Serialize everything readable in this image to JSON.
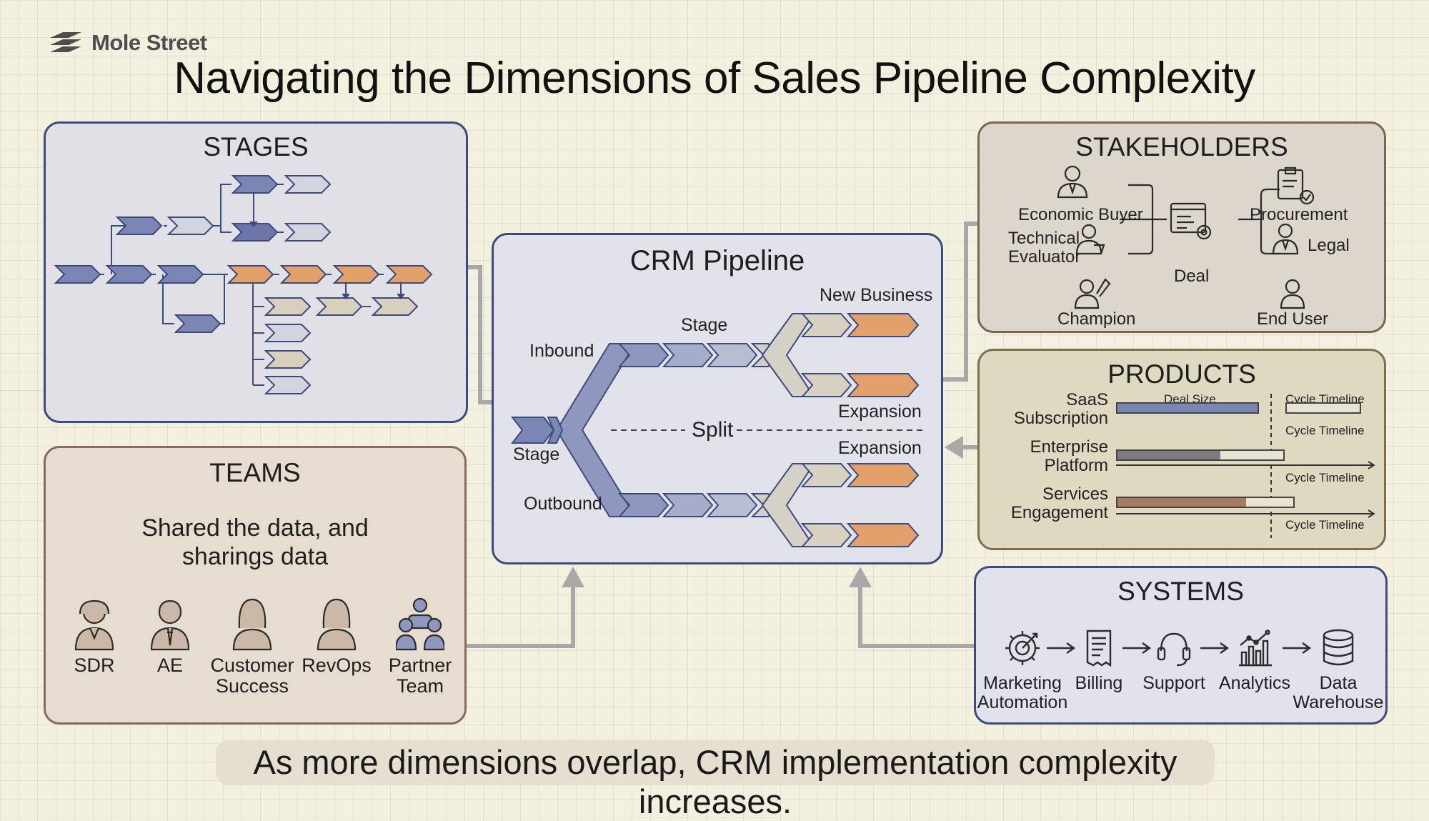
{
  "brand": {
    "name": "Mole Street"
  },
  "title": "Navigating the Dimensions of Sales Pipeline Complexity",
  "caption": "As more dimensions overlap, CRM implementation complexity increases.",
  "colors": {
    "navy": "#3d4a7c",
    "slate": "#8790b8",
    "orange": "#e3a06a",
    "beige": "#d8d0c0",
    "brown": "#a87a66"
  },
  "stages": {
    "title": "STAGES"
  },
  "teams": {
    "title": "TEAMS",
    "text_line1": "Shared the data, and",
    "text_line2": "sharings data",
    "members": [
      {
        "line1": "SDR",
        "line2": "",
        "icon": "male-user-icon"
      },
      {
        "line1": "AE",
        "line2": "",
        "icon": "male-tie-user-icon"
      },
      {
        "line1": "Customer",
        "line2": "Success",
        "icon": "female-user-icon"
      },
      {
        "line1": "RevOps",
        "line2": "",
        "icon": "female-user-icon"
      },
      {
        "line1": "Partner",
        "line2": "Team",
        "icon": "group-icon"
      }
    ]
  },
  "crm": {
    "title": "CRM Pipeline",
    "stage_top": "Stage",
    "inbound": "Inbound",
    "stage_left": "Stage",
    "outbound": "Outbound",
    "split": "Split",
    "new_business": "New Business",
    "expansion_1": "Expansion",
    "expansion_2": "Expansion"
  },
  "stakeholders": {
    "title": "STAKEHOLDERS",
    "economic_buyer": "Economic Buyer",
    "technical_line1": "Technical",
    "technical_line2": "Evaluator",
    "champion": "Champion",
    "deal": "Deal",
    "procurement": "Procurement",
    "legal": "Legal",
    "end_user": "End User"
  },
  "products": {
    "title": "PRODUCTS",
    "deal_size": "Deal Size",
    "cycle_timeline": "Cycle Timeline",
    "rows": [
      {
        "line1": "SaaS",
        "line2": "Subscription",
        "fill": 1.0,
        "color": "#7c86b4",
        "timeline": "Cycle Timeline"
      },
      {
        "line1": "Enterprise",
        "line2": "Platform",
        "fill": 0.62,
        "color": "#7a7a80",
        "timeline": "Cycle Timeline"
      },
      {
        "line1": "Services",
        "line2": "Engagement",
        "fill": 0.73,
        "color": "#a87a66",
        "timeline": "Cycle Timeline"
      }
    ]
  },
  "systems": {
    "title": "SYSTEMS",
    "items": [
      {
        "line1": "Marketing",
        "line2": "Automation",
        "icon": "gear-target-icon"
      },
      {
        "line1": "Billing",
        "line2": "",
        "icon": "invoice-icon"
      },
      {
        "line1": "Support",
        "line2": "",
        "icon": "headset-icon"
      },
      {
        "line1": "Analytics",
        "line2": "",
        "icon": "analytics-chart-icon"
      },
      {
        "line1": "Data",
        "line2": "Warehouse",
        "icon": "database-icon"
      }
    ]
  }
}
